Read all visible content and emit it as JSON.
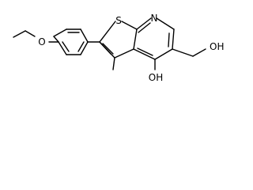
{
  "molecule": {
    "atoms": {
      "sulfur": "S",
      "nitrogen": "N",
      "methoxy": "O",
      "hydroxymethyl": "OH",
      "hydroxyl": "OH"
    }
  }
}
